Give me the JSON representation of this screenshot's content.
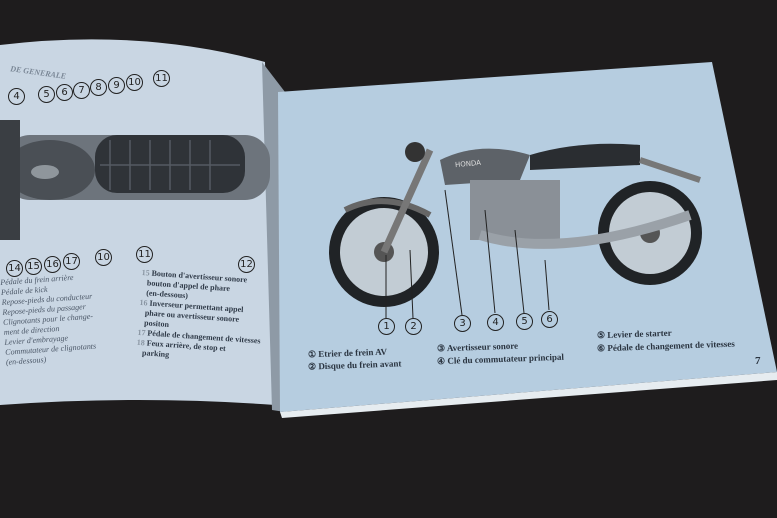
{
  "left_page": {
    "header_fragment": "DE GENERALE",
    "top_callouts": [
      "4",
      "5",
      "6",
      "7",
      "8",
      "9",
      "10",
      "11"
    ],
    "bottom_callouts": [
      "14",
      "15",
      "16",
      "17",
      "10",
      "11",
      "12"
    ],
    "legend_left": [
      "Pédale du frein arrière",
      "Pédale de kick",
      "Repose-pieds du conducteur",
      "Repose-pieds du passager",
      "Clignotants pour le change-",
      "ment de direction",
      "Levier d'embrayage",
      "Commutateur de clignotants",
      "(en-dessous)"
    ],
    "legend_right": [
      {
        "num": "15",
        "text": "Bouton d'avertisseur sonore"
      },
      {
        "num": "",
        "text": "bouton d'appel de phare"
      },
      {
        "num": "",
        "text": "(en-dessous)"
      },
      {
        "num": "16",
        "text": "Inverseur permettant appel"
      },
      {
        "num": "",
        "text": "phare ou avertisseur sonore"
      },
      {
        "num": "",
        "text": "positon"
      },
      {
        "num": "17",
        "text": "Pédale de changement de vitesses"
      },
      {
        "num": "18",
        "text": "Feux arrière, de stop et"
      },
      {
        "num": "",
        "text": "parking"
      }
    ]
  },
  "right_page": {
    "tank_brand": "HONDA",
    "callouts": [
      "1",
      "2",
      "3",
      "4",
      "5",
      "6"
    ],
    "legend": [
      {
        "num": "①",
        "text": "Etrier de frein AV"
      },
      {
        "num": "②",
        "text": "Disque du frein avant"
      },
      {
        "num": "③",
        "text": "Avertisseur sonore"
      },
      {
        "num": "④",
        "text": "Clé du commutateur principal"
      },
      {
        "num": "⑤",
        "text": "Levier de starter"
      },
      {
        "num": "⑥",
        "text": "Pédale de changement de vitesses"
      }
    ],
    "page_number": "7"
  }
}
